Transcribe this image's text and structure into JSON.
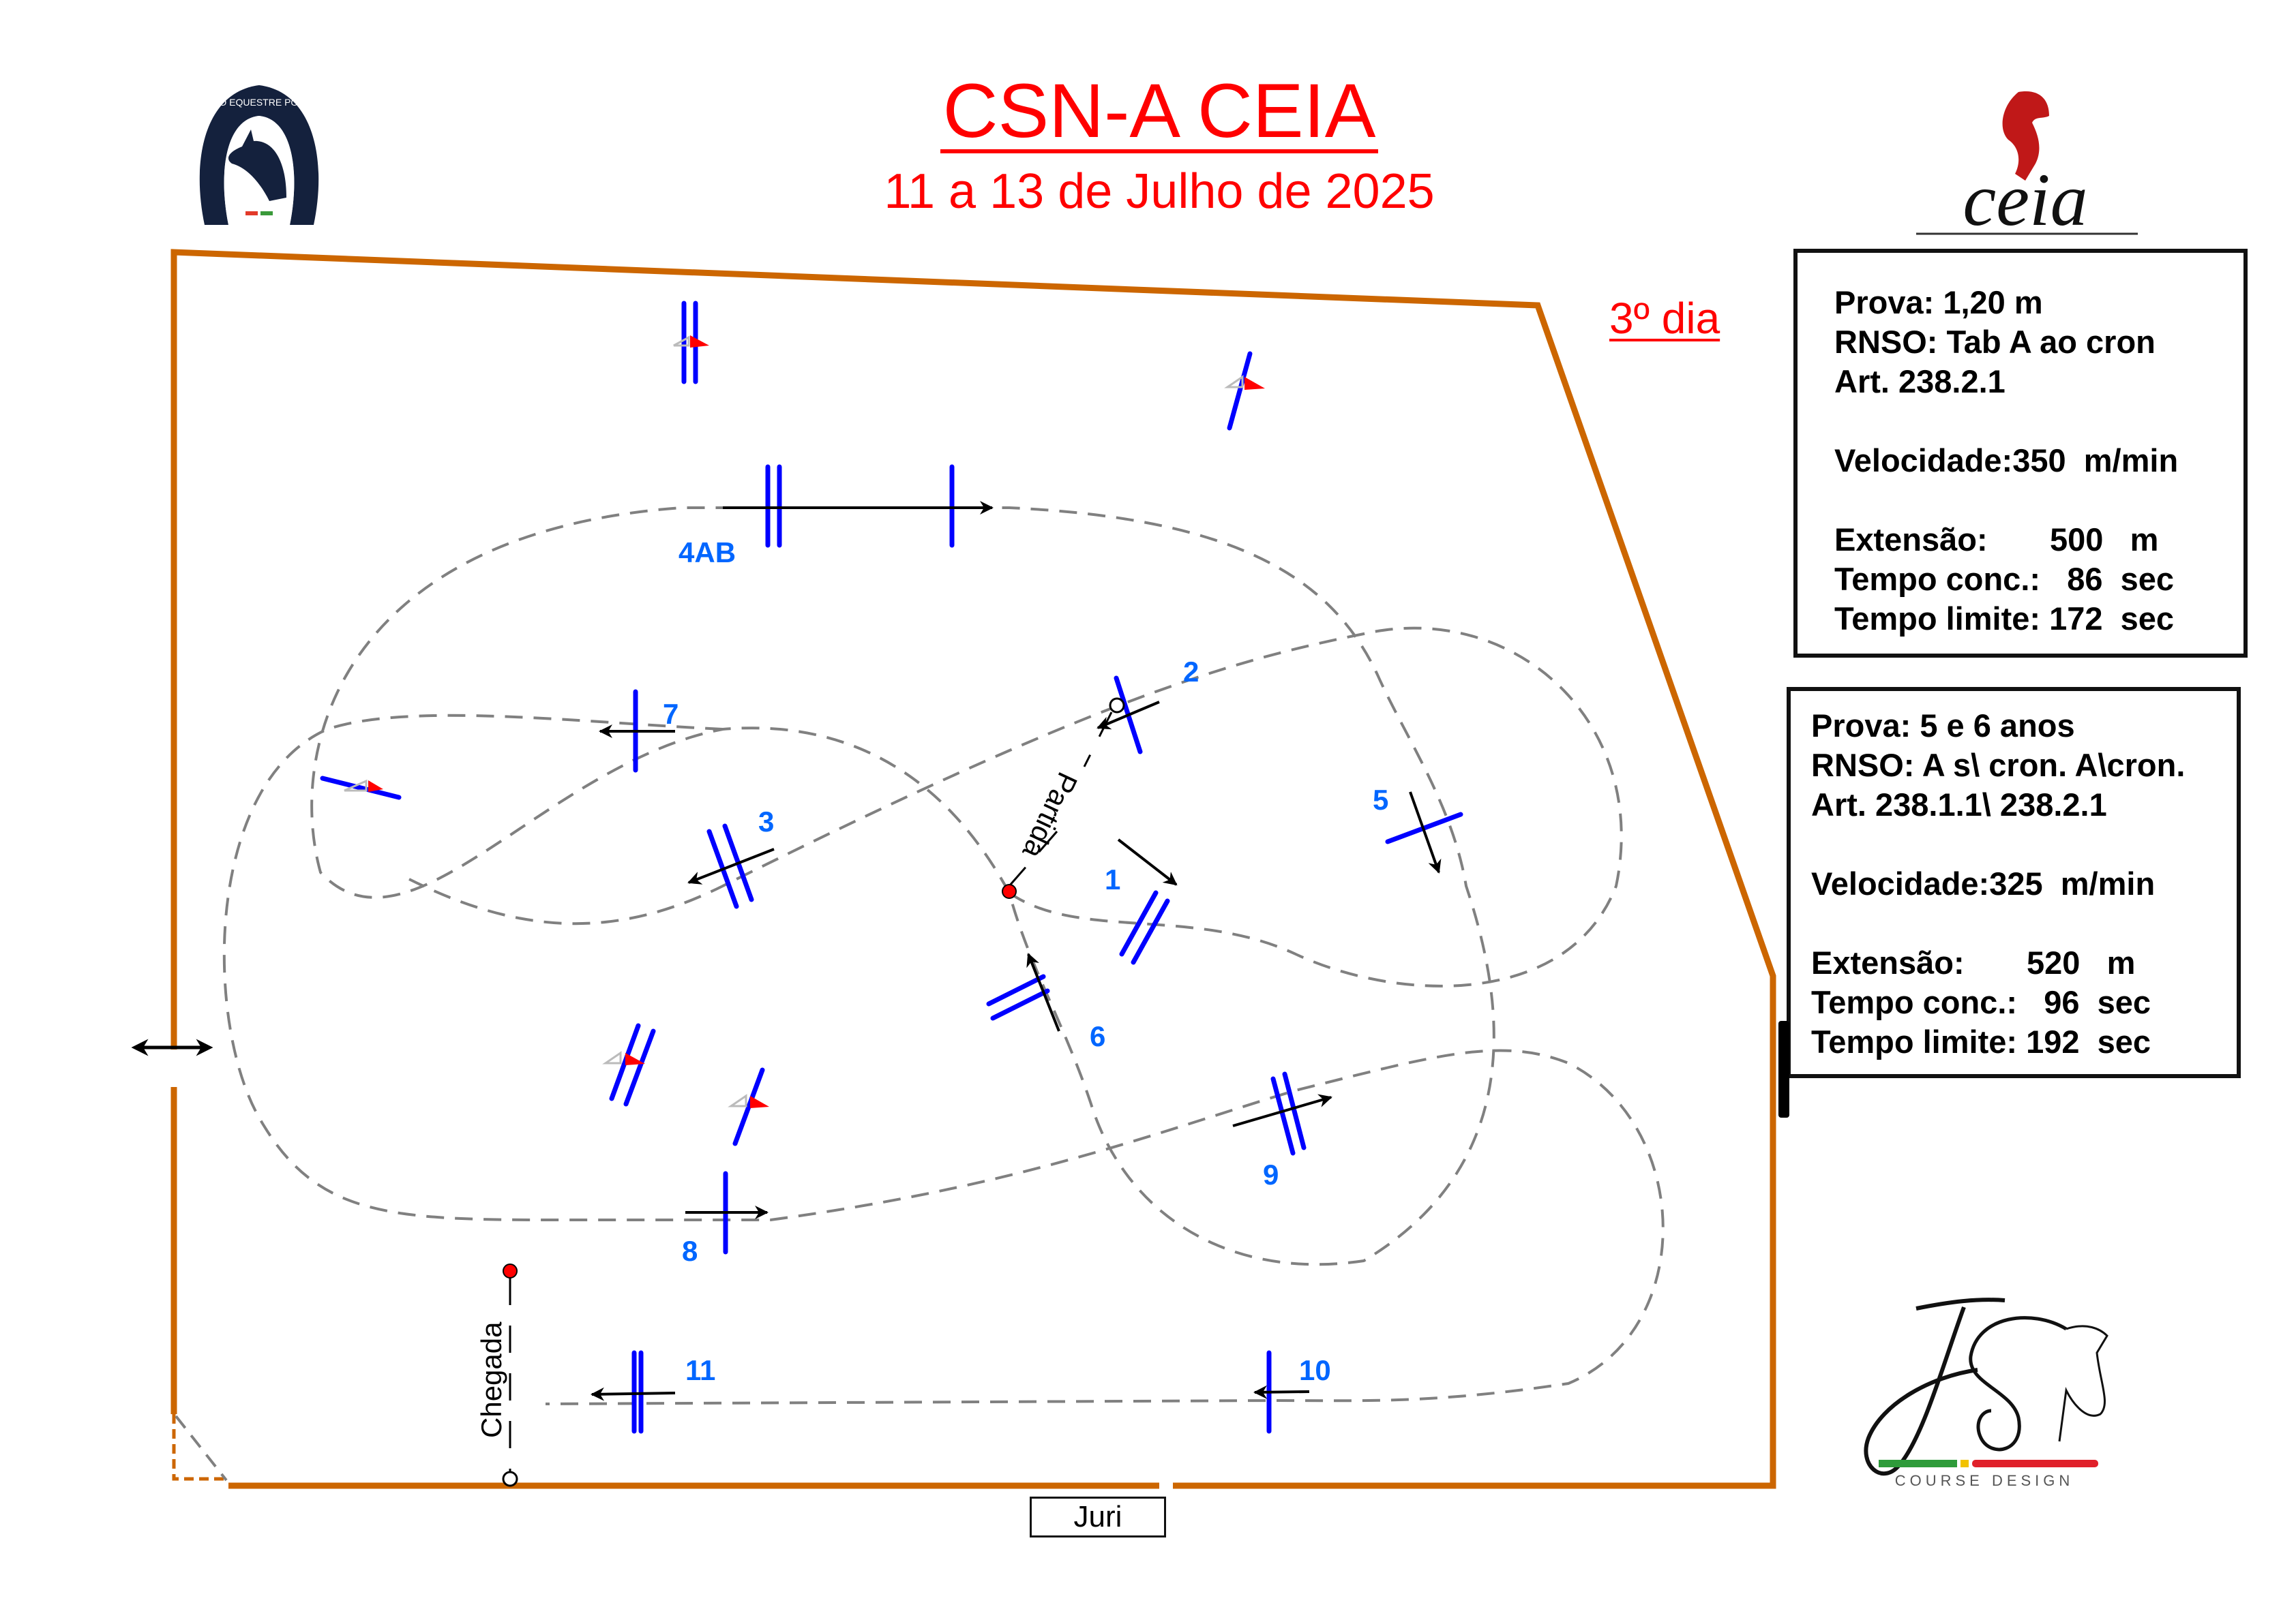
{
  "header": {
    "title": "CSN-A CEIA",
    "dates": "11 a 13 de Julho de 2025",
    "day": "3º dia"
  },
  "logos": {
    "federation": "FEDERAÇÃO EQUESTRE PORTUGUESA",
    "host": "ceia",
    "designer": "JS",
    "designer_tagline": "COURSE DESIGN"
  },
  "class_1": {
    "prova": "Prova: 1,20 m",
    "rnso": "RNSO: Tab A ao cron",
    "art": "Art. 238.2.1",
    "velocidade": "Velocidade:350  m/min",
    "extensao": "Extensão:       500   m",
    "tempo_conc": "Tempo conc.:   86  sec",
    "tempo_limite": "Tempo limite: 172  sec"
  },
  "class_2": {
    "prova": "Prova: 5 e 6 anos",
    "rnso": "RNSO: A s\\ cron. A\\cron.",
    "art": "Art. 238.1.1\\ 238.2.1",
    "velocidade": "Velocidade:325  m/min",
    "extensao": "Extensão:       520   m",
    "tempo_conc": "Tempo conc.:   96  sec",
    "tempo_limite": "Tempo limite: 192  sec"
  },
  "course": {
    "start_label": "Partida",
    "finish_label": "Chegada",
    "jury_label": "Juri",
    "fences": [
      {
        "label": "1",
        "type": "oxer"
      },
      {
        "label": "2",
        "type": "vertical"
      },
      {
        "label": "3",
        "type": "oxer"
      },
      {
        "label": "4AB",
        "type": "combination"
      },
      {
        "label": "5",
        "type": "vertical"
      },
      {
        "label": "6",
        "type": "oxer"
      },
      {
        "label": "7",
        "type": "vertical"
      },
      {
        "label": "8",
        "type": "vertical"
      },
      {
        "label": "9",
        "type": "oxer"
      },
      {
        "label": "10",
        "type": "vertical"
      },
      {
        "label": "11",
        "type": "oxer"
      }
    ]
  },
  "colors": {
    "arena_border": "#cc6600",
    "fence": "#0000ff",
    "fence_label": "#0066ff",
    "title": "#ff0000",
    "track": "#808080",
    "flag_red": "#ff0000"
  }
}
